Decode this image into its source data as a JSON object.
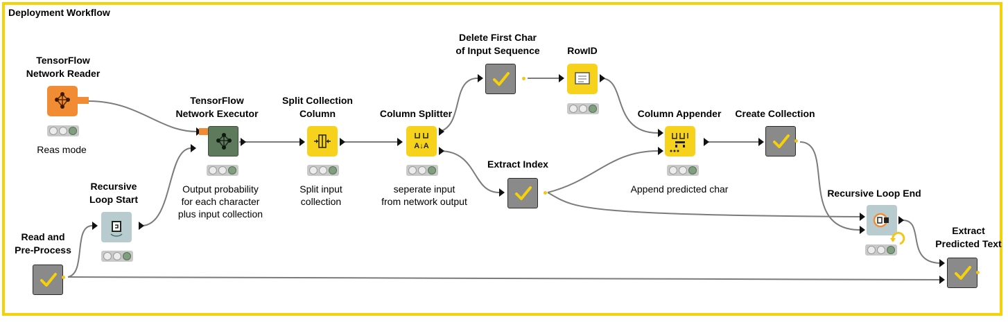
{
  "workflow": {
    "title": "Deployment Workflow"
  },
  "nodes": {
    "tf_reader": {
      "title": "TensorFlow\nNetwork Reader",
      "description": "Reas mode"
    },
    "tf_executor": {
      "title": "TensorFlow\nNetwork Executor",
      "description": "Output probability\nfor each character\nplus input collection"
    },
    "split_coll": {
      "title": "Split Collection\nColumn",
      "description": "Split input\ncollection"
    },
    "col_splitter": {
      "title": "Column Splitter",
      "description": "seperate input\nfrom network output"
    },
    "delete_first": {
      "title": "Delete First Char\nof Input Sequence"
    },
    "rowid": {
      "title": "RowID"
    },
    "extract_index": {
      "title": "Extract Index"
    },
    "col_appender": {
      "title": "Column Appender",
      "description": "Append predicted char"
    },
    "create_coll": {
      "title": "Create Collection"
    },
    "loop_start": {
      "title": "Recursive\nLoop Start"
    },
    "read_pre": {
      "title": "Read and\nPre-Process"
    },
    "loop_end": {
      "title": "Recursive Loop End"
    },
    "extract_text": {
      "title": "Extract\nPredicted Text"
    }
  },
  "colors": {
    "frame": "#f5d10a",
    "manipulator": "#f7d21d",
    "source": "#f28c34",
    "metanode": "#8a8a8a",
    "predictor": "#5d7a5c",
    "loop": "#b8cccf",
    "check": "#f5d10a"
  },
  "icons": {
    "metanode": "checkmark-icon",
    "source": "network-icon",
    "predictor": "network-icon",
    "split": "split-column-icon",
    "splitter": "column-splitter-icon",
    "rowid": "rowid-icon",
    "appender": "column-appender-icon",
    "loop_start": "loop-start-icon",
    "loop_end": "loop-end-icon"
  }
}
